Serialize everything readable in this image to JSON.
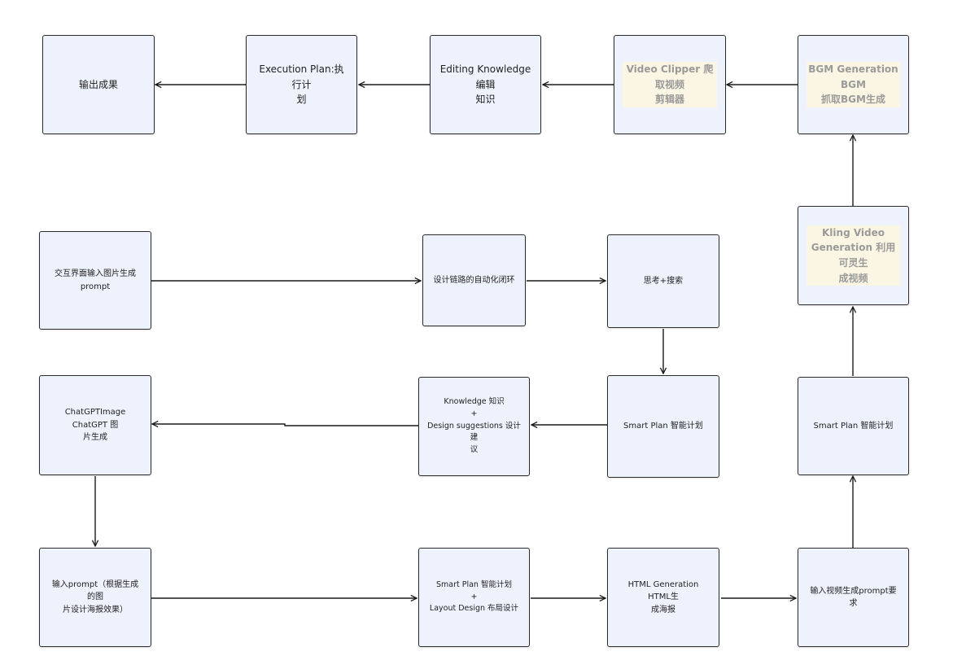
{
  "nodes": {
    "output": "输出成果",
    "execution_plan": "Execution Plan:执行计\n划",
    "editing_knowledge": "Editing Knowledge 编辑\n知识",
    "video_clipper": "Video Clipper  爬取视频\n剪辑器",
    "bgm_generation": "BGM Generation  BGM\n抓取BGM生成",
    "interactive_input": "交互界面输入图片生成\nprompt",
    "design_loop": "设计链路的自动化闭环",
    "think_search": "思考+搜索",
    "kling_video": "Kling Video\nGeneration  利用可灵生\n成视频",
    "chatgpt_image": "ChatGPTImage ChatGPT 图\n片生成",
    "knowledge_design": "Knowledge 知识\n+\nDesign suggestions 设计建\n议",
    "smart_plan_mid": "Smart Plan 智能计划",
    "smart_plan_right": "Smart Plan 智能计划",
    "input_prompt": "输入prompt（根据生成的图\n片设计海报效果）",
    "smart_plan_layout": "Smart Plan 智能计划\n+\nLayout Design 布局设计",
    "html_generation": "HTML Generation HTML生\n成海报",
    "video_prompt": "输入视频生成prompt要求"
  },
  "colors": {
    "node_fill": "#eef2fc",
    "node_border": "#2b2b2b",
    "edge": "#1a1a1a",
    "highlight_text": "#9a9a9a",
    "highlight_bg": "#fbf6e3"
  }
}
